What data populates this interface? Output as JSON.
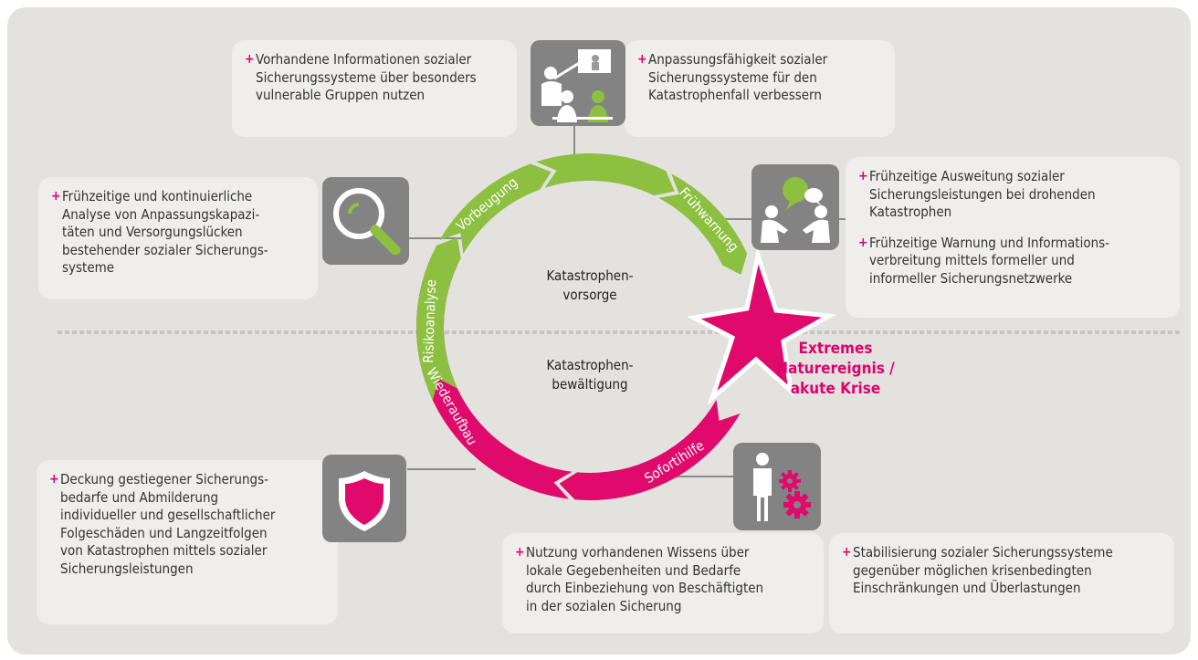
{
  "boxes": {
    "top_left": [
      "Vorhandene Informationen sozialer\nSicherungssysteme über besonders\nvulnerable Gruppen nutzen"
    ],
    "top_right": [
      "Anpassungsfähigkeit sozialer\nSicherungssysteme für den\nKatastrophenfall verbessern"
    ],
    "left": [
      "Frühzeitige und kontinuierliche\nAnalyse von Anpassungskapazi-\ntäten und Versorgungslücken\nbestehender sozialer Sicherungs-\nsysteme"
    ],
    "right": [
      "Frühzeitige Ausweitung sozialer\nSicherungsleistungen bei drohenden\nKatastrophen",
      "Frühzeitige Warnung und Informations-\nverbreitung mittels formeller und\ninformeller Sicherungsnetzwerke"
    ],
    "bottom_left": [
      "Deckung gestiegener Sicherungs-\nbedarfe und Abmilderung\nindividueller und gesellschaftlicher\nFolgeschäden und Langzeitfolgen\nvon Katastrophen mittels sozialer\nSicherungsleistungen"
    ],
    "bottom_mid": [
      "Nutzung vorhandenen Wissens über\nlokale Gegebenheiten und Bedarfe\ndurch Einbeziehung von Beschäftigten\nin der sozialen Sicherung"
    ],
    "bottom_right": [
      "Stabilisierung sozialer Sicherungssysteme\ngegenüber möglichen krisenbedingten\nEinschränkungen und Überlastungen"
    ]
  },
  "cycle": {
    "segments": [
      "Vorbeugung",
      "Frühwarnung",
      "Sofortihilfe",
      "Wiederaufbau",
      "Risikoanalyse"
    ],
    "upper_center": "Katastrophen-\nvorsorge",
    "lower_center": "Katastrophen-\nbewältigung"
  },
  "event_label": "Extremes\nNaturereignis /\nakute Krise",
  "icons": [
    "teaching-icon",
    "magnifier-icon",
    "conversation-icon",
    "shield-icon",
    "worker-gears-icon"
  ],
  "colors": {
    "green": "#8dc040",
    "magenta": "#df0a6c",
    "icon_bg": "#838383"
  }
}
